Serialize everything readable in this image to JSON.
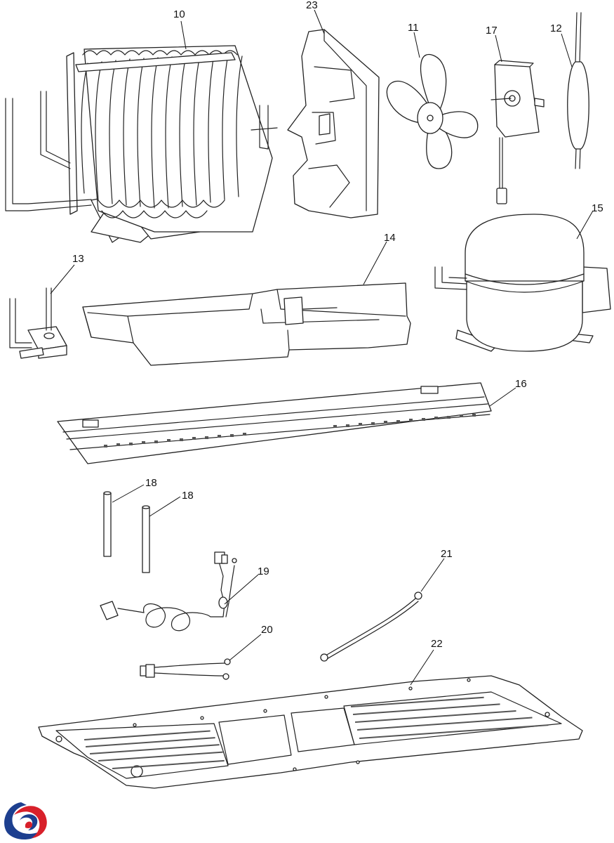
{
  "callouts": {
    "c10": "10",
    "c23": "23",
    "c11": "11",
    "c17": "17",
    "c12": "12",
    "c15": "15",
    "c13": "13",
    "c14": "14",
    "c16": "16",
    "c18a": "18",
    "c18b": "18",
    "c19": "19",
    "c21": "21",
    "c20": "20",
    "c22": "22"
  },
  "colors": {
    "line": "#222222",
    "logo_blue": "#1d3f8f",
    "logo_red": "#d8202a"
  },
  "logo": {
    "icon": "brand-swirl-logo"
  }
}
